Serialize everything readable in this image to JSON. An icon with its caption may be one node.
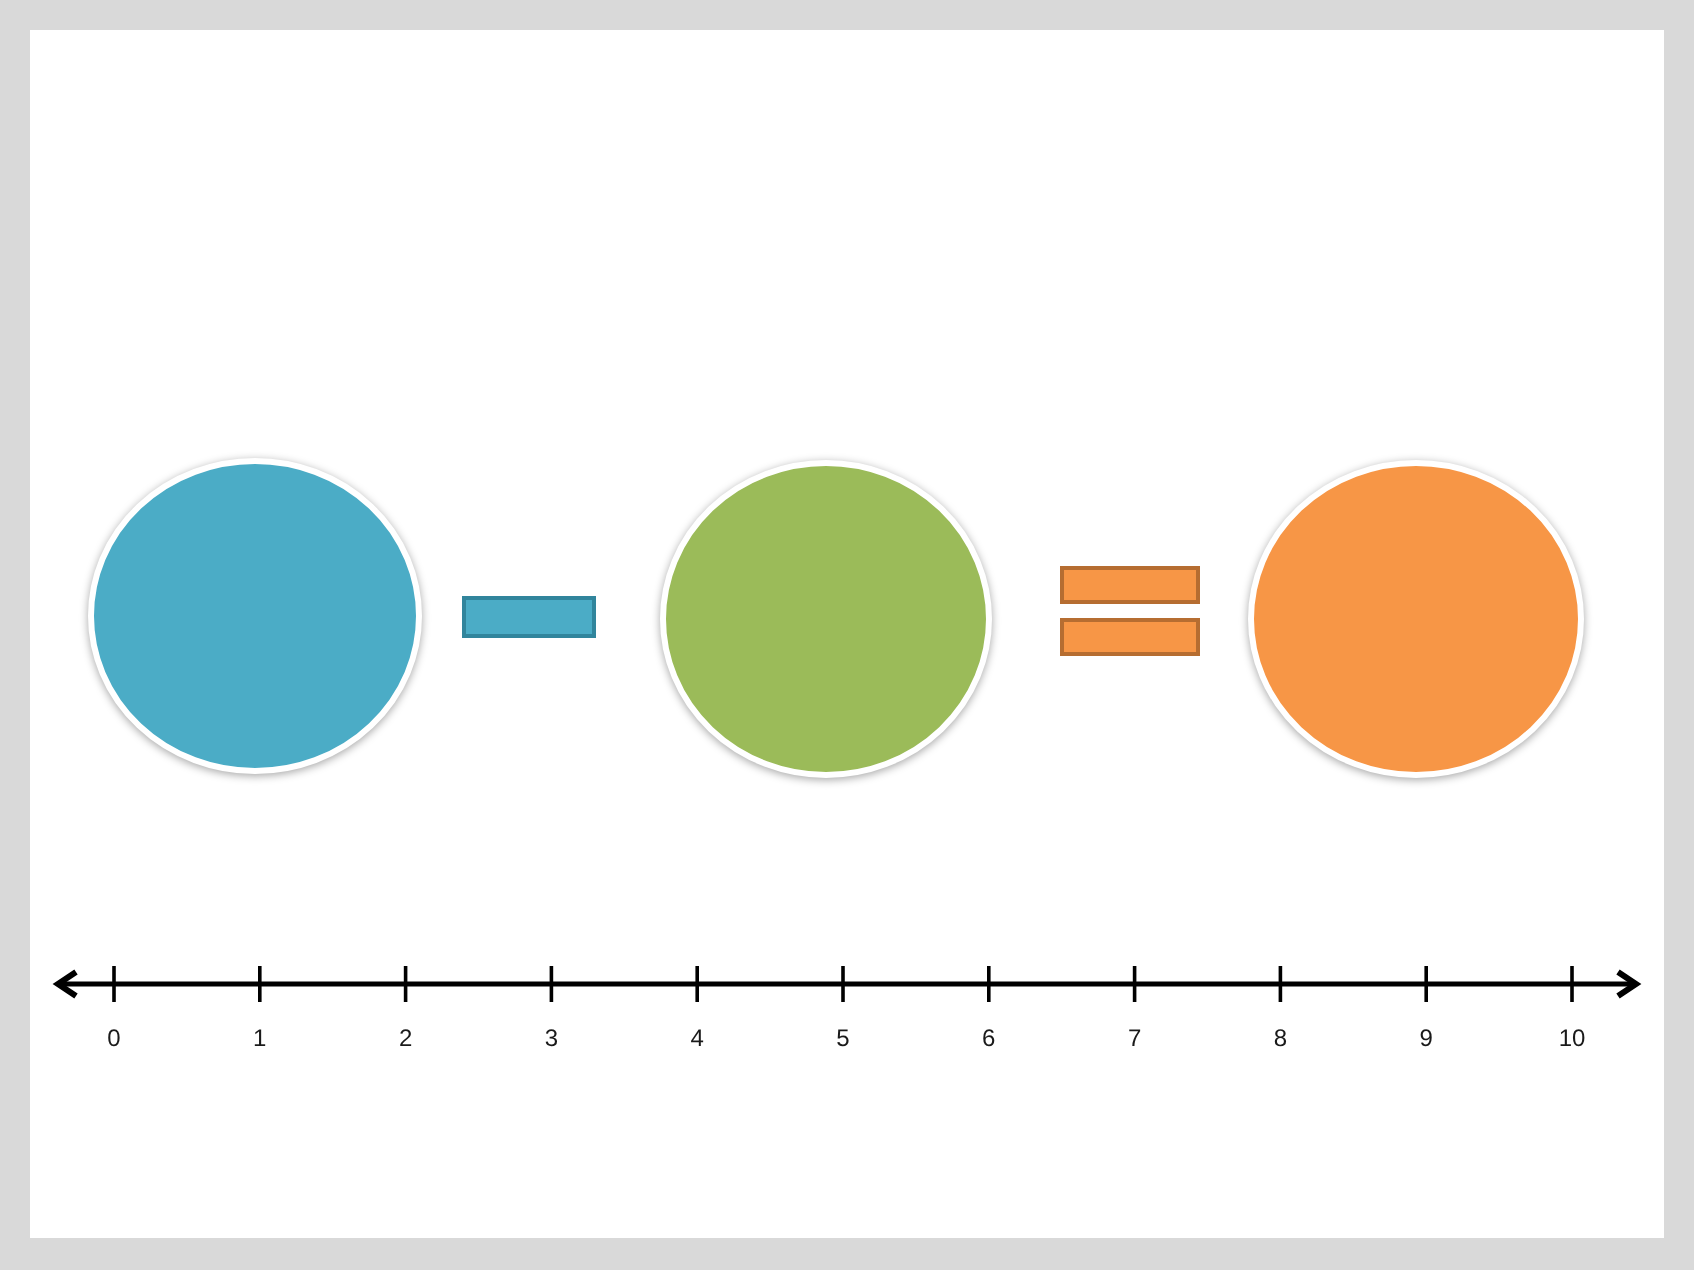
{
  "diagram": {
    "nodes": [
      {
        "text": [],
        "shape": "circle"
      },
      {
        "text": [],
        "shape": "bar"
      },
      {
        "text": [],
        "shape": "circle"
      },
      {
        "text": [],
        "shape": "bar"
      },
      {
        "text": [],
        "shape": "bar"
      },
      {
        "text": [],
        "shape": "circle"
      }
    ],
    "labels": [
      "0",
      "1",
      "2",
      "3",
      "4",
      "5",
      "6",
      "7",
      "8",
      "9",
      "10"
    ]
  }
}
